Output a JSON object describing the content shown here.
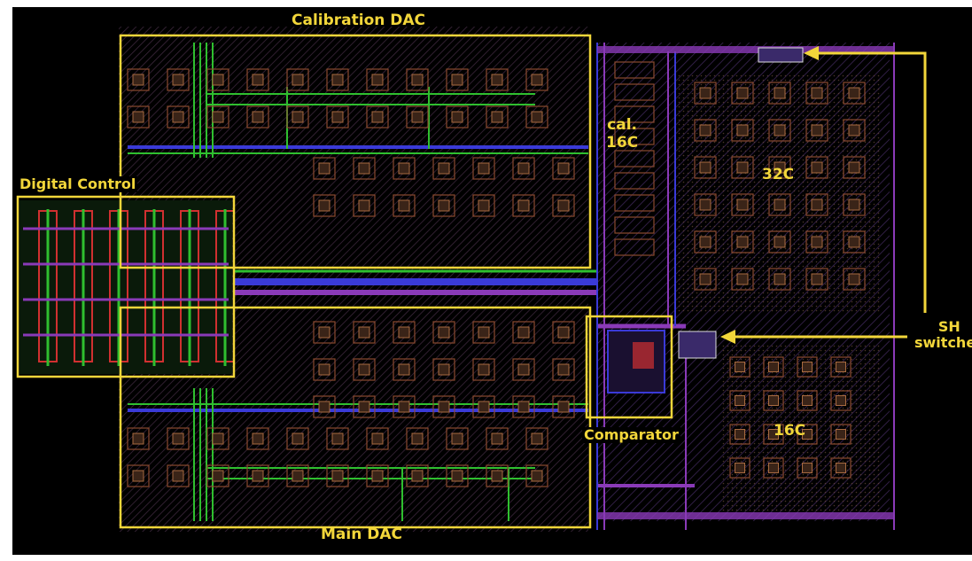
{
  "labels": {
    "calibration_dac": "Calibration DAC",
    "digital_control": "Digital Control",
    "main_dac": "Main DAC",
    "cal_16c_line1": "cal.",
    "cal_16c_line2": "16C",
    "cap_32c": "32C",
    "cap_16c": "16C",
    "comparator": "Comparator",
    "sh_line1": "SH",
    "sh_line2": "switches"
  },
  "colors": {
    "background": "#000000",
    "annotation": "#f2d63a",
    "capacitor_cell": "#8a4a30",
    "metal_green": "#2fbf2f",
    "metal_blue": "#3a3ad8",
    "metal_purple": "#8a3ab8",
    "poly_red": "#d03030"
  }
}
